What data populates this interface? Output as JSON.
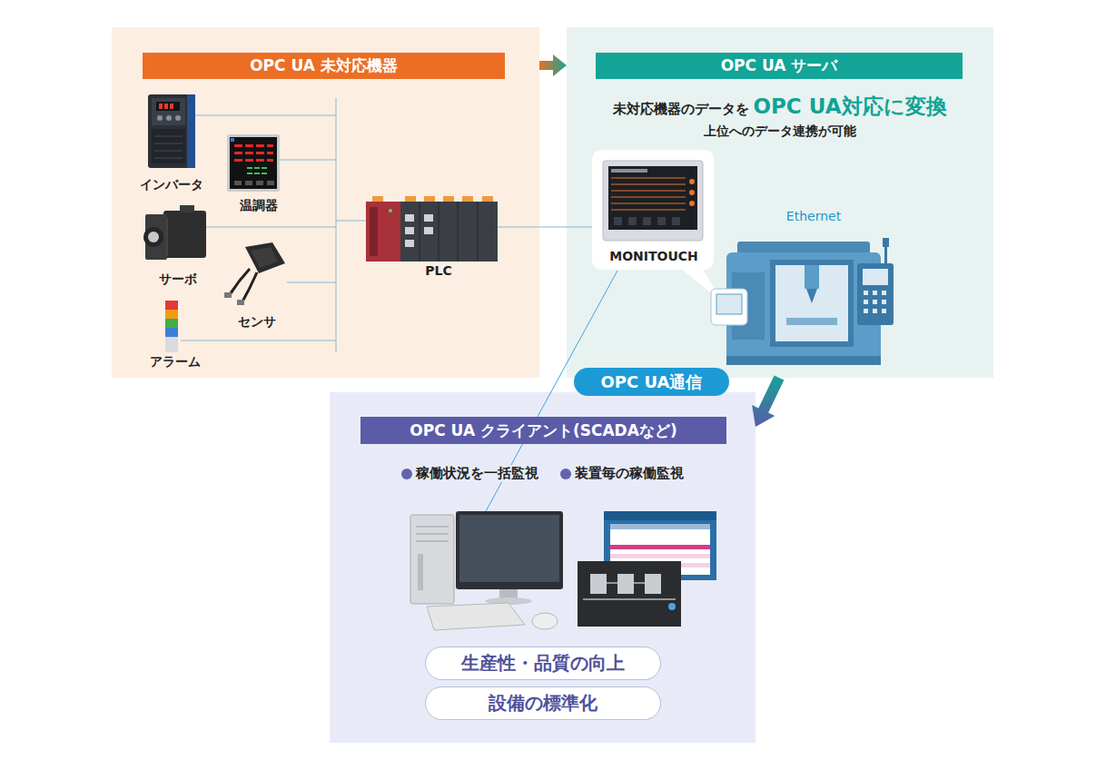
{
  "diagram": {
    "nodes": [
      {
        "text": [
          "OPC UA 未対応機器"
        ]
      },
      {
        "text": [
          "OPC UA サーバ",
          "未対応機器のデータを",
          "OPC UA対応に変換",
          "上位へのデータ連携が可能"
        ]
      },
      {
        "text": [
          "OPC UA通信"
        ]
      },
      {
        "text": [
          "OPC UA クライアント(SCADAなど)",
          "稼働状況を一括監視",
          "装置毎の稼働監視"
        ]
      },
      {
        "text": [
          "生産性・品質の向上"
        ],
        "in": 3
      },
      {
        "text": [
          "設備の標準化"
        ],
        "in": 3
      }
    ],
    "edges": [
      {
        "from": 0,
        "to": 1,
        "arrow": "to"
      },
      {
        "from": 1,
        "to": 3,
        "arrow": "to"
      }
    ],
    "labels": [
      "インバータ",
      "温調器",
      "サーボ",
      "センサ",
      "アラーム",
      "PLC",
      "MONITOUCH",
      "Ethernet"
    ]
  }
}
